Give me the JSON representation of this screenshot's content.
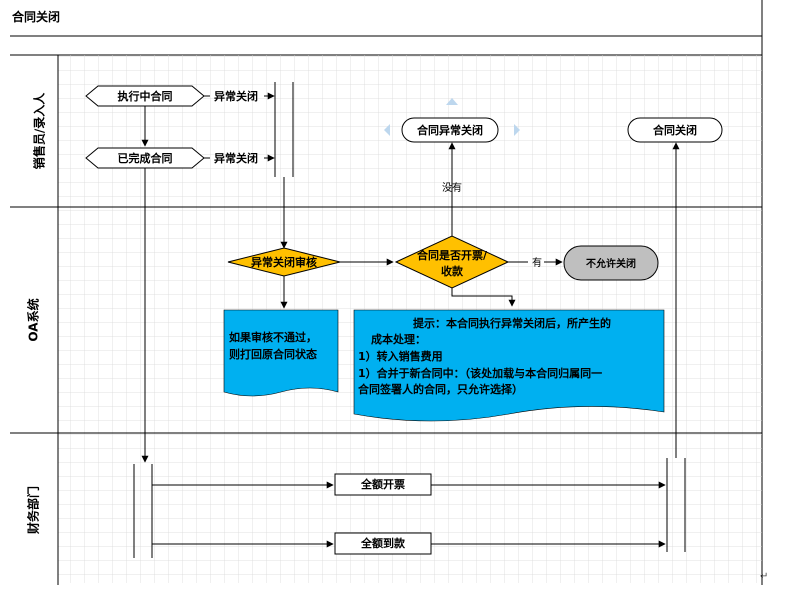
{
  "doc": {
    "title": "合同关闭",
    "enter_mark": "↵"
  },
  "lanes": [
    {
      "id": "sales",
      "label": "销售员/录入人"
    },
    {
      "id": "oa",
      "label": "OA系统"
    },
    {
      "id": "finance",
      "label": "财务部门"
    }
  ],
  "nodes": {
    "active_contract": "执行中合同",
    "completed_contract": "已完成合同",
    "abnormal_close_1": "异常关闭",
    "abnormal_close_2": "异常关闭",
    "review": "异常关闭审核",
    "invoiced_line1": "合同是否开票/",
    "invoiced_line2": "收款",
    "not_allowed": "不允许关闭",
    "contract_abnormal_close": "合同异常关闭",
    "contract_close": "合同关闭",
    "full_invoice": "全额开票",
    "full_payment": "全额到款"
  },
  "notes": {
    "review_fail": [
      "如果审核不通过，",
      "则打回原合同状态"
    ],
    "tip": [
      "提示：本合同执行异常关闭后，所产生的",
      "成本处理：",
      "1）转入销售费用",
      "1）合并于新合同中：（该处加载与本合同归属同一",
      "合同签署人的合同，只允许选择）"
    ]
  },
  "edges": {
    "yes": "有",
    "no": "没有"
  },
  "colors": {
    "decision": "#FFC000",
    "note": "#00B0F0",
    "terminal": "#BFBFBF",
    "grid": "#D9D9D9",
    "line": "#000000",
    "ghost_arrow": "#BDD7EE"
  }
}
